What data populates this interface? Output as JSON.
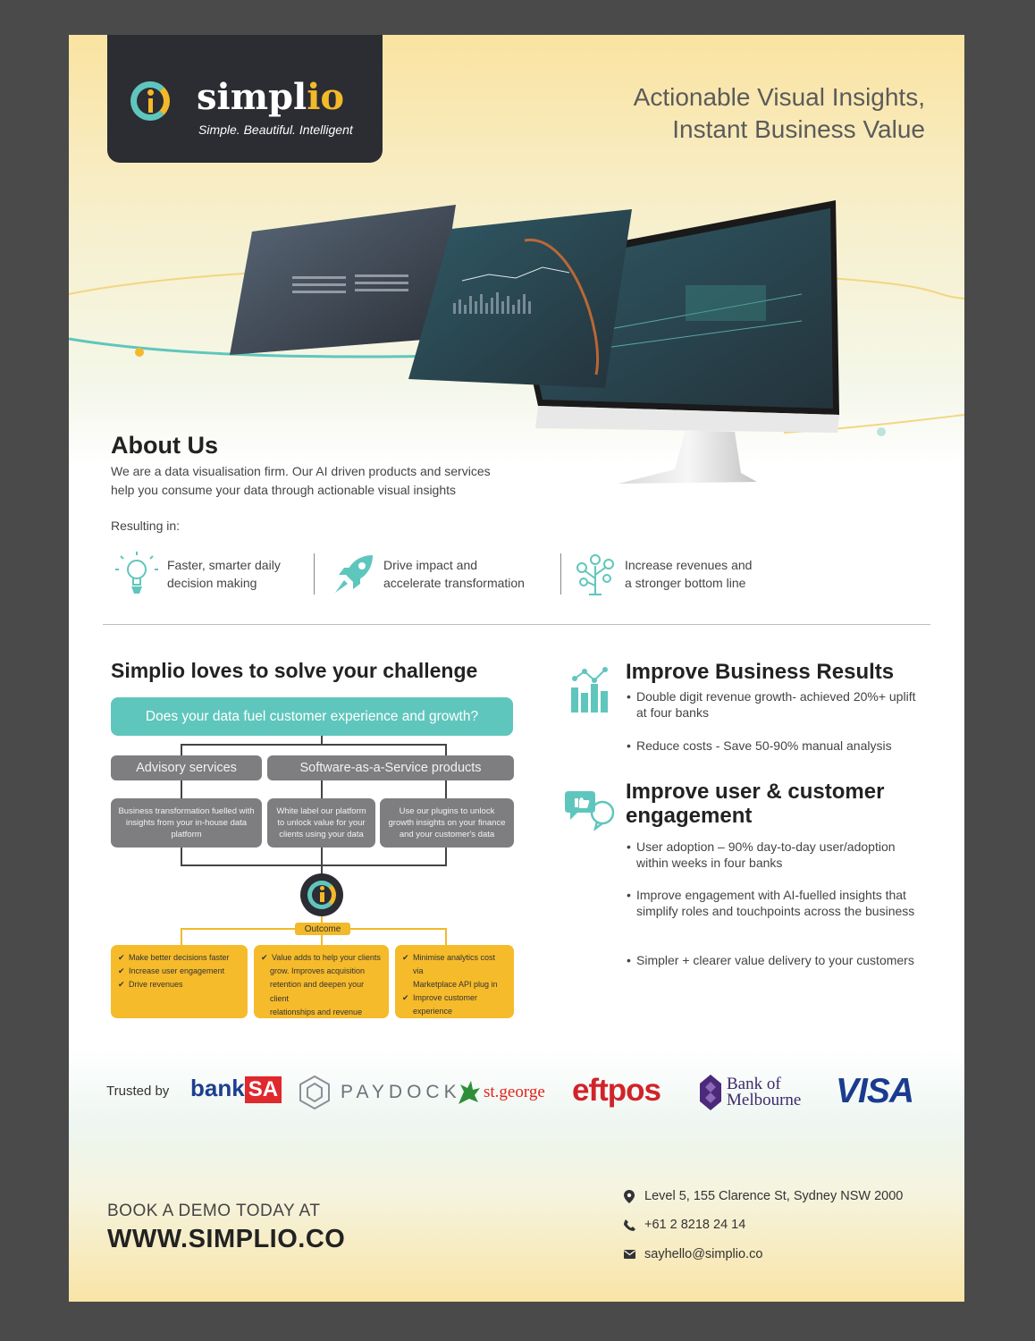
{
  "brand": {
    "name_a": "simpl",
    "name_b": "io",
    "tagline": "Simple. Beautiful. Intelligent"
  },
  "headline": {
    "line1": "Actionable Visual Insights,",
    "line2": "Instant Business Value"
  },
  "about": {
    "title": "About Us",
    "text1": "We are a data visualisation firm. Our AI driven products and services",
    "text2": "help you consume your data through actionable visual insights",
    "resulting": "Resulting in:",
    "benefits": [
      {
        "line1": "Faster, smarter daily",
        "line2": "decision making",
        "icon": "lightbulb-icon"
      },
      {
        "line1": "Drive impact and",
        "line2": "accelerate transformation",
        "icon": "rocket-icon"
      },
      {
        "line1": "Increase revenues and",
        "line2": "a stronger bottom line",
        "icon": "money-tree-icon"
      }
    ]
  },
  "challenge": {
    "title": "Simplio loves to solve your challenge",
    "question": "Does your data fuel customer experience and growth?",
    "advisory": "Advisory services",
    "saas": "Software-as-a-Service products",
    "box1": "Business transformation fuelled with insights from your in-house data platform",
    "box2": "White label our platform to unlock value for your clients using your data",
    "box3": "Use our plugins to unlock growth insights on your finance and your customer's data",
    "outcome": "Outcome",
    "outcomes1": [
      "Make better decisions faster",
      "Increase user engagement",
      "Drive revenues"
    ],
    "outcomes2": [
      "Value adds to help your clients",
      "grow. Improves acquisition",
      "retention and deepen your client",
      "relationships and revenue"
    ],
    "outcomes3": [
      "Minimise analytics cost via",
      "Marketplace API plug in",
      "Improve customer",
      "experience"
    ]
  },
  "results": {
    "title": "Improve Business Results",
    "bullets": [
      "Double digit revenue growth- achieved 20%+ uplift at four banks",
      "Reduce costs - Save 50-90% manual analysis"
    ]
  },
  "engagement": {
    "title1": "Improve user & customer",
    "title2": "engagement",
    "bullets": [
      "User adoption – 90% day-to-day user/adoption within weeks in four banks",
      "Improve engagement with AI-fuelled insights that simplify roles and touchpoints across the business",
      "Simpler + clearer value delivery to your customers"
    ]
  },
  "trusted": {
    "label": "Trusted by",
    "logos": {
      "banksa_a": "bank",
      "banksa_b": "SA",
      "paydock": "PAYDOCK",
      "stgeorge": "st.george",
      "eftpos": "eftpos",
      "bom1": "Bank of",
      "bom2": "Melbourne",
      "visa": "VISA"
    }
  },
  "footer": {
    "book": "BOOK A DEMO TODAY AT",
    "website": "WWW.SIMPLIO.CO",
    "address": "Level 5, 155 Clarence St, Sydney NSW 2000",
    "phone": "+61 2 8218 24 14",
    "email": "sayhello@simplio.co"
  },
  "colors": {
    "teal": "#5fc6bd",
    "yellow": "#f2b92a",
    "dark": "#2c2c33",
    "grey": "#7e7e80"
  }
}
